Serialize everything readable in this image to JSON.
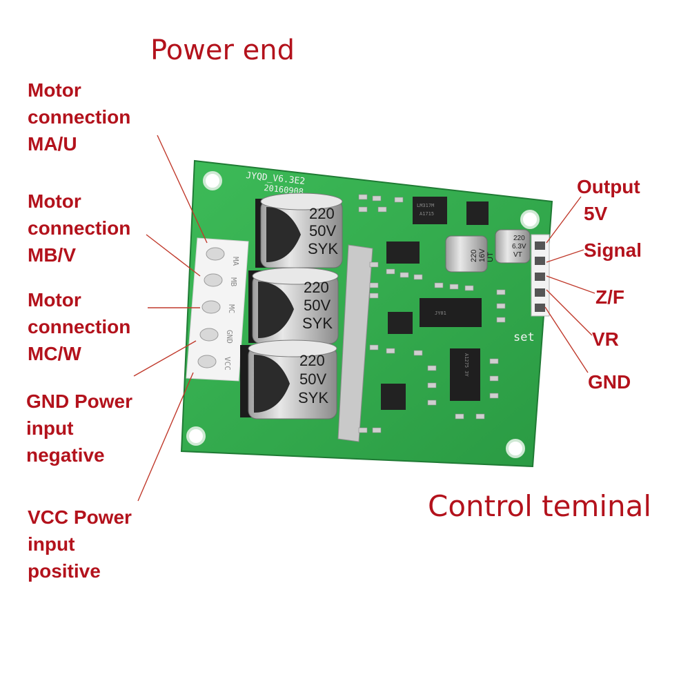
{
  "titles": {
    "power_end": "Power end",
    "control_terminal": "Control teminal"
  },
  "left_labels": [
    {
      "lines": [
        "Motor",
        "connection",
        "MA/U"
      ]
    },
    {
      "lines": [
        "Motor",
        "connection",
        "MB/V"
      ]
    },
    {
      "lines": [
        "Motor",
        "connection",
        "MC/W"
      ]
    },
    {
      "lines": [
        "GND Power",
        "input",
        "negative"
      ]
    },
    {
      "lines": [
        "VCC Power",
        "input",
        "positive"
      ]
    }
  ],
  "right_labels": [
    {
      "lines": [
        "Output",
        "5V"
      ]
    },
    {
      "lines": [
        "Signal"
      ]
    },
    {
      "lines": [
        "Z/F"
      ]
    },
    {
      "lines": [
        "VR"
      ]
    },
    {
      "lines": [
        "GND"
      ]
    }
  ],
  "board": {
    "model": "JYQD_V6.3E2",
    "date": "20160908",
    "set_label": "set",
    "power_pins": [
      "MA",
      "MB",
      "MC",
      "GND",
      "VCC"
    ],
    "big_capacitors": [
      {
        "lines": [
          "220",
          "50V",
          "SYK"
        ]
      },
      {
        "lines": [
          "220",
          "50V",
          "SYK"
        ]
      },
      {
        "lines": [
          "220",
          "50V",
          "SYK"
        ]
      }
    ],
    "small_capacitors": [
      {
        "lines": [
          "220",
          "16V",
          "UT"
        ]
      },
      {
        "lines": [
          "220",
          "6.3V",
          "VT"
        ]
      }
    ],
    "chips": [
      "LM317M",
      "A1715",
      "JY01",
      "A1275 3Y"
    ],
    "colors": {
      "pcb": "#2fa84a",
      "pcb_dark": "#1f7a34",
      "label_red": "#b3121c",
      "leader": "#c0392b",
      "capacitor": "#bdbdbd"
    }
  }
}
